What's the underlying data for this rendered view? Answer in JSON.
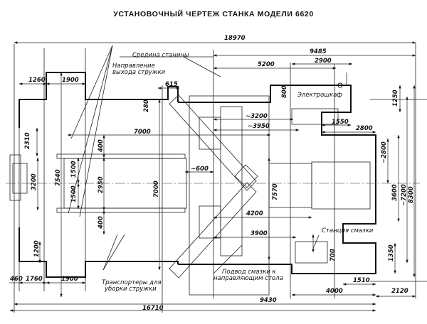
{
  "title": "УСТАНОВОЧНЫЙ ЧЕРТЕЖ СТАНКА МОДЕЛИ 6620",
  "annotations": {
    "bed_middle": "Средина станины",
    "chip_exit_line1": "Направление",
    "chip_exit_line2": "выхода стружки",
    "electrical_cabinet": "Электрошкаф",
    "lubrication_station": "Станция смазки",
    "lube_supply_line1": "Подвод смазки к",
    "lube_supply_line2": "направляющим стола",
    "conveyors_line1": "Транспортеры для",
    "conveyors_line2": "уборки стружки"
  },
  "dimensions": {
    "overall_top": "18970",
    "half_top": "9485",
    "d5200": "5200",
    "d2900": "2900",
    "d1260": "1260",
    "d1900_top": "1900",
    "d615": "615",
    "d280": "280",
    "d800": "800",
    "d7000_h": "7000",
    "d3200": "~3200",
    "d3950": "~3950",
    "d1550": "1550",
    "d2800_h": "2800",
    "d1250": "1250",
    "d2310": "2310",
    "d3200_v": "3200",
    "d7540": "7540",
    "d1500_a": "1500",
    "d1500_b": "1500",
    "d400_a": "400",
    "d400_b": "400",
    "d2950": "2950",
    "d7000_v": "7000",
    "d600": "~600",
    "d7570": "7570",
    "d2800_v": "~2800",
    "d3600": "3600",
    "d7200": "~7200",
    "d8300": "8300",
    "d4200": "4200",
    "d3900": "3900",
    "d1200": "1200",
    "d700": "700",
    "d1350": "1350",
    "d1510": "1510",
    "d460": "460",
    "d1760": "1760",
    "d1900_bottom": "1900",
    "d4000": "4000",
    "d2120": "2120",
    "d9430": "9430",
    "overall_bottom": "16710"
  }
}
